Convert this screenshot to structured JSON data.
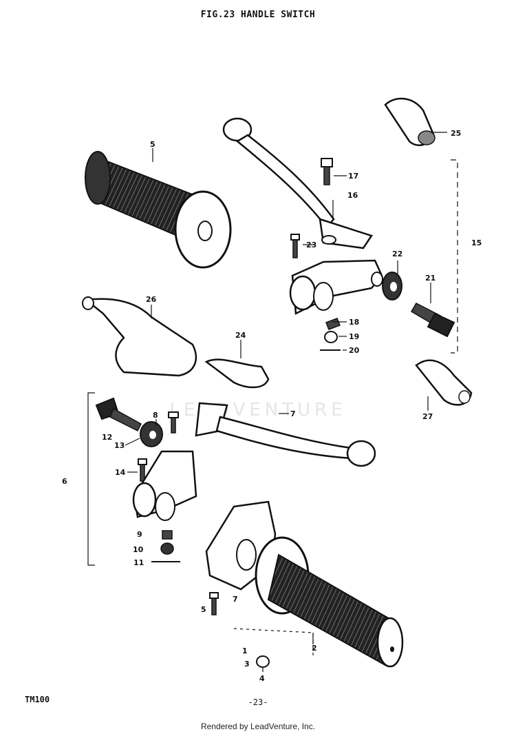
{
  "header": {
    "title": "FIG.23  HANDLE SWITCH"
  },
  "watermark": {
    "text": "LEADVENTURE"
  },
  "callouts": {
    "c1": "1",
    "c2": "2",
    "c3": "3",
    "c4": "4",
    "c5": "5",
    "c6": "6",
    "c7": "7",
    "c7b": "7",
    "c8": "8",
    "c9": "9",
    "c10": "10",
    "c11": "11",
    "c12": "12",
    "c13": "13",
    "c14": "14",
    "c15": "15",
    "c16": "16",
    "c17": "17",
    "c18": "18",
    "c19": "19",
    "c20": "20",
    "c21": "21",
    "c22": "22",
    "c23": "23",
    "c24": "24",
    "c25": "25",
    "c26": "26",
    "c27": "27"
  },
  "footer": {
    "model": "TM100",
    "page": "-23-",
    "credit": "Rendered by LeadVenture, Inc."
  }
}
